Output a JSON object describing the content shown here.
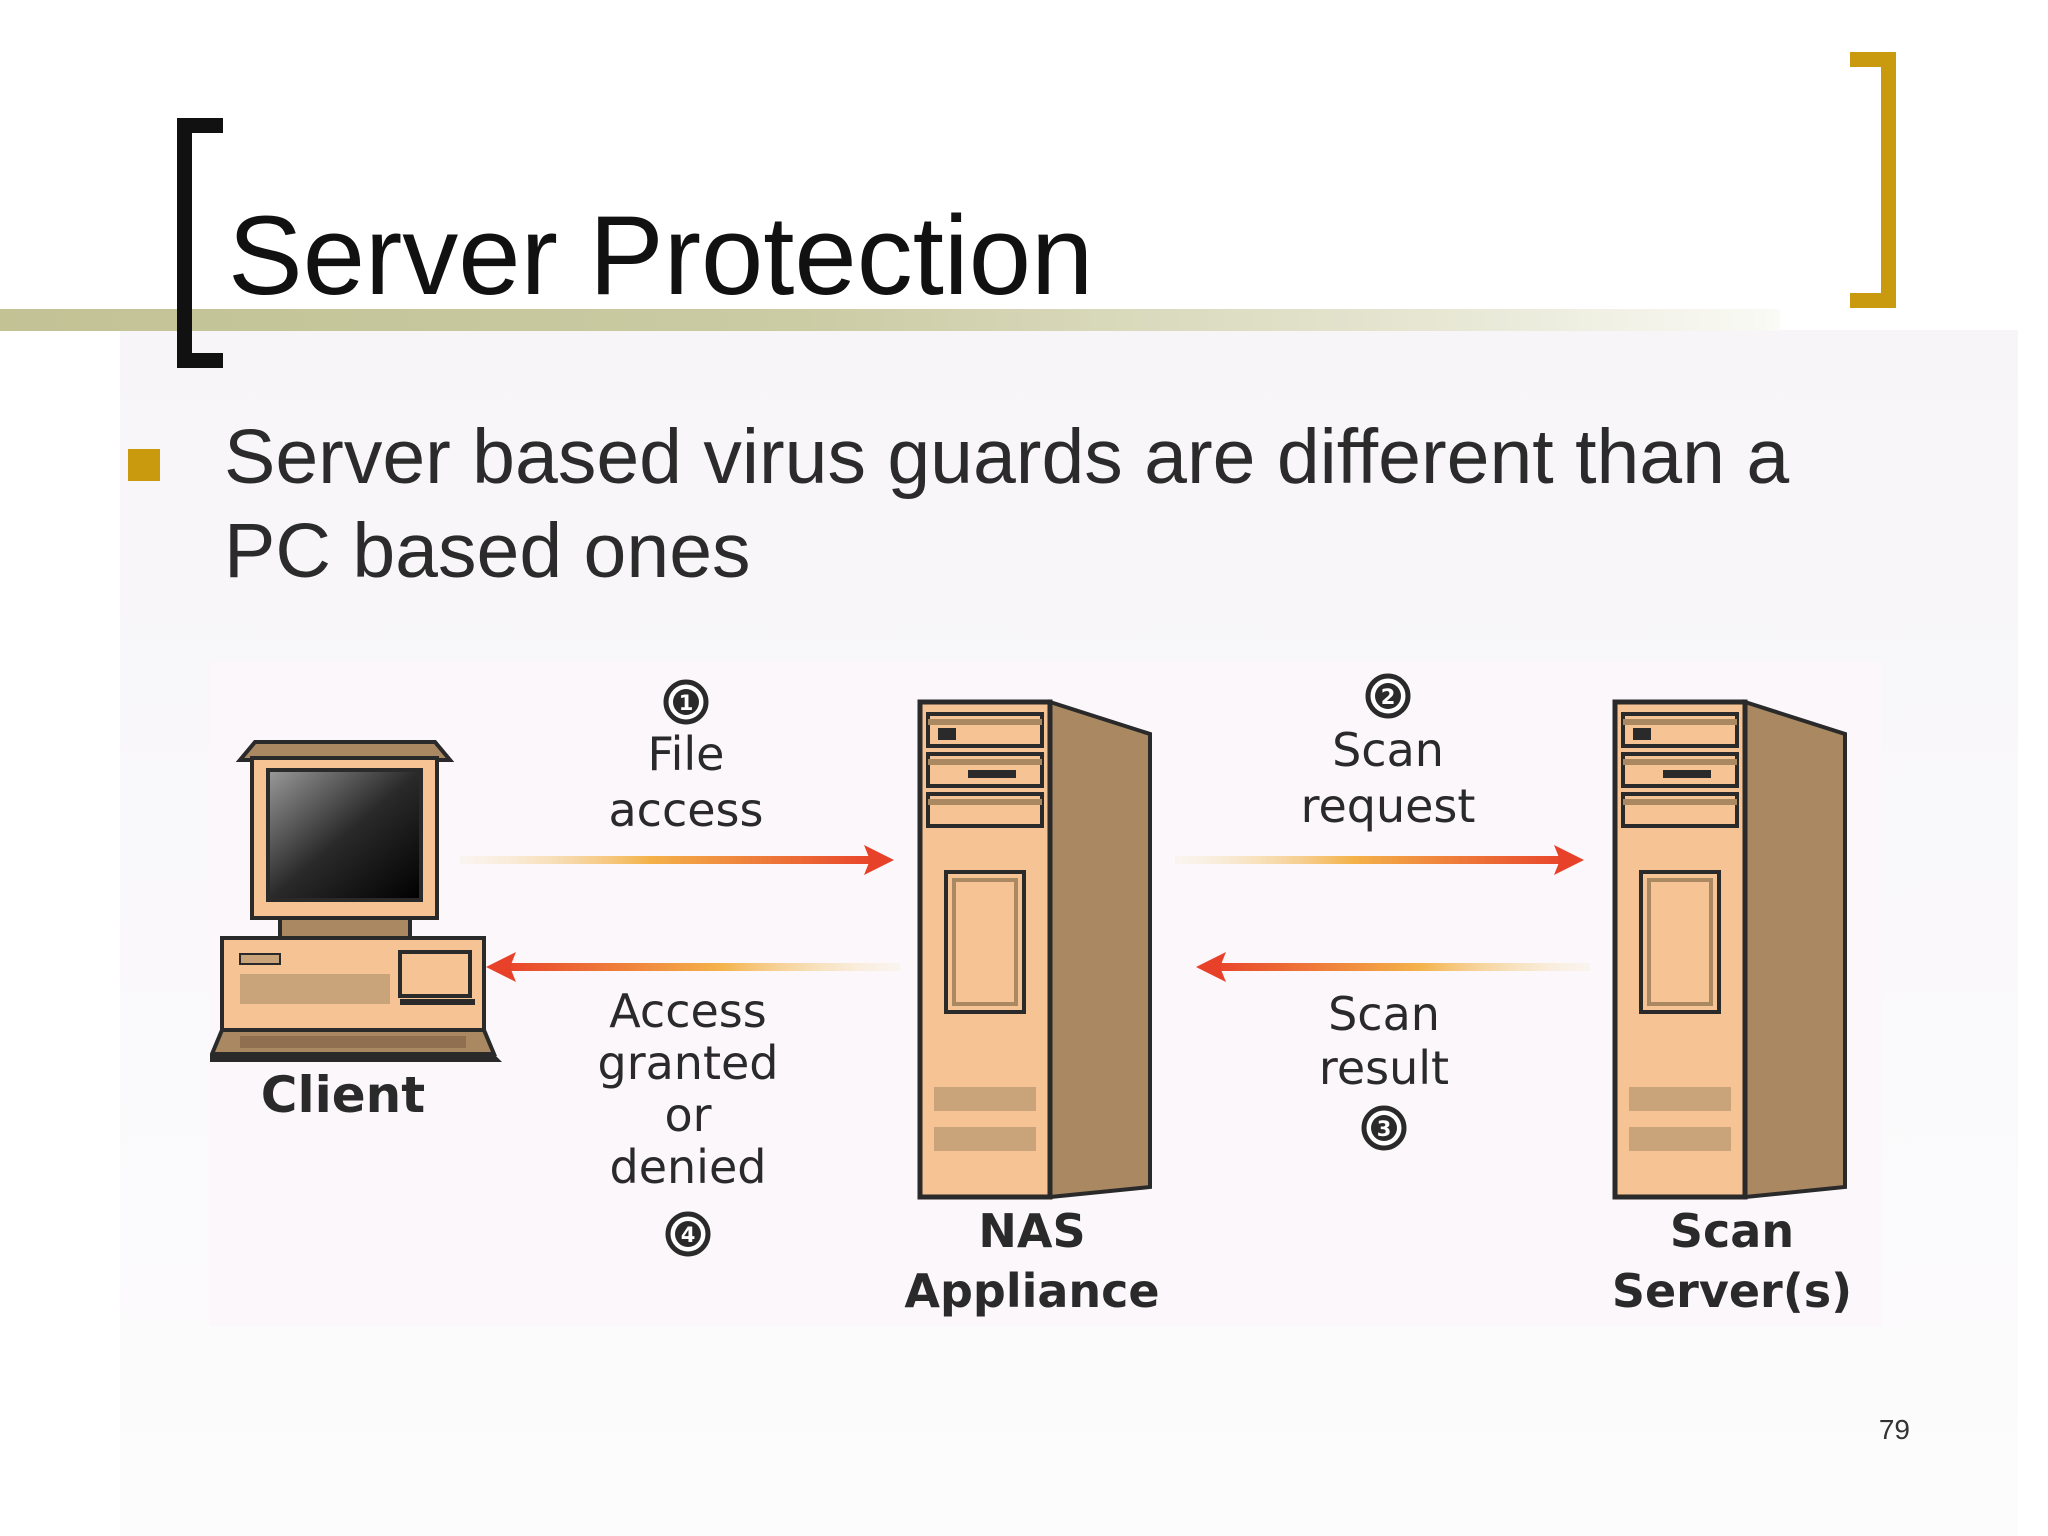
{
  "slide": {
    "title": "Server Protection",
    "bullet": "Server based virus guards are different than a PC based ones",
    "page_number": "79"
  },
  "diagram": {
    "nodes": {
      "client": "Client",
      "nas_line1": "NAS",
      "nas_line2": "Appliance",
      "scan_line1": "Scan",
      "scan_line2": "Server(s)"
    },
    "steps": [
      {
        "number": "1",
        "lines": [
          "File",
          "access"
        ]
      },
      {
        "number": "2",
        "lines": [
          "Scan",
          "request"
        ]
      },
      {
        "number": "3",
        "lines": [
          "Scan",
          "result"
        ]
      },
      {
        "number": "4",
        "lines": [
          "Access",
          "granted",
          "or",
          "denied"
        ]
      }
    ]
  },
  "colors": {
    "title_text": "#111111",
    "left_bracket": "#111111",
    "right_bracket_accent": "#c99a0d",
    "bullet_square": "#c99a0d",
    "arrow_red": "#e8412a",
    "device_tan": "#f6c394",
    "device_brown": "#a98862"
  }
}
